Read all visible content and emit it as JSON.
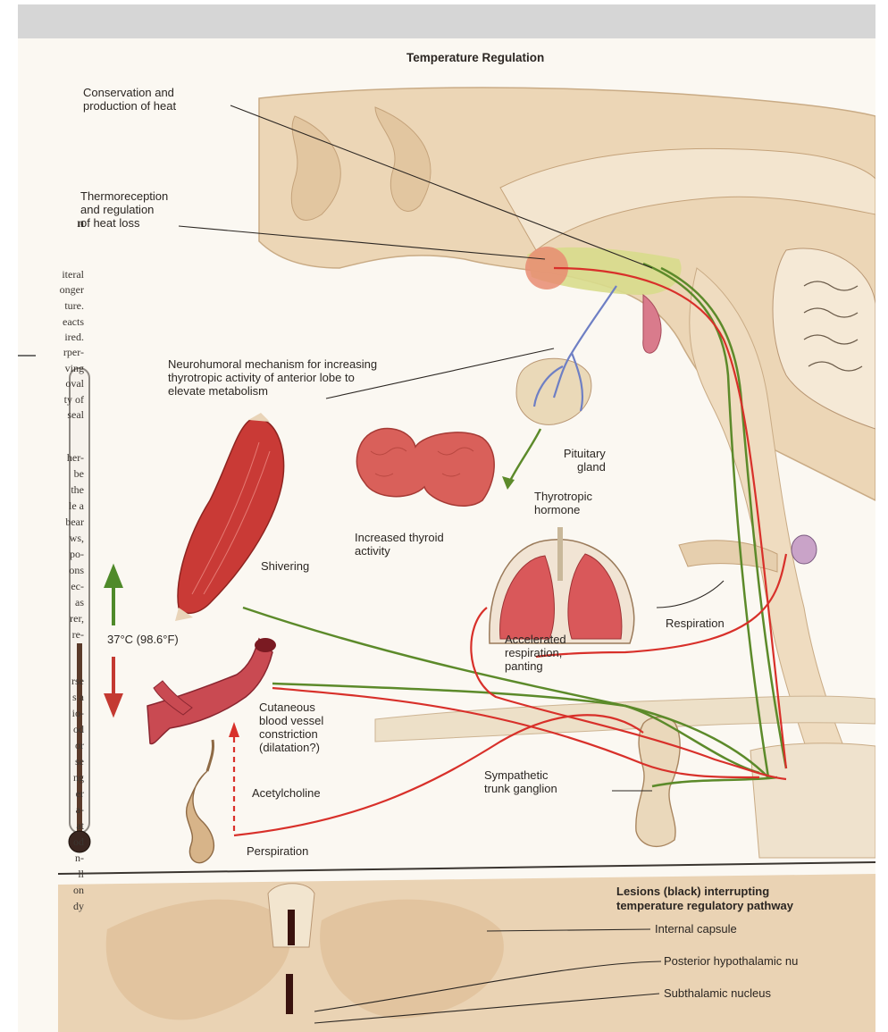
{
  "title": "Temperature Regulation",
  "labels": {
    "conservation": [
      "Conservation and",
      "production of heat"
    ],
    "thermoreception": [
      "Thermoreception",
      "and regulation",
      "of heat loss"
    ],
    "neurohumoral": [
      "Neurohumoral mechanism for increasing",
      "thyrotropic activity of anterior lobe to",
      "elevate metabolism"
    ],
    "pituitary": [
      "Pituitary",
      "gland"
    ],
    "thyrotropic": [
      "Thyrotropic",
      "hormone"
    ],
    "thyroid": [
      "Increased thyroid",
      "activity"
    ],
    "shivering": "Shivering",
    "temperature": "37°C (98.6°F)",
    "respiration": "Respiration",
    "accelerated": [
      "Accelerated",
      "respiration,",
      "panting"
    ],
    "cutaneous": [
      "Cutaneous",
      "blood vessel",
      "constriction",
      "(dilatation?)"
    ],
    "sympathetic": [
      "Sympathetic",
      "trunk ganglion"
    ],
    "acetylcholine": "Acetylcholine",
    "perspiration": "Perspiration",
    "lesions": [
      "Lesions (black) interrupting",
      "temperature regulatory pathway"
    ],
    "internal_capsule": "Internal capsule",
    "posterior_hypothalamic": "Posterior hypothalamic nu",
    "subthalamic": "Subthalamic nucleus"
  },
  "left_text_fragments": [
    "n",
    "iteral",
    "onger",
    "ture.",
    "eacts",
    "ired.",
    "rper-",
    "ving",
    "oval",
    "ty of",
    "seal",
    "her-",
    "be",
    "the",
    "le a",
    "bear",
    "ws,",
    "po-",
    "ons",
    "ec-",
    "as",
    "rer,",
    "re-",
    "rse",
    "s a",
    "io-",
    "od",
    "or",
    "se",
    "ng",
    "er",
    "a-",
    "at",
    "od",
    "n-",
    "ll",
    "on",
    "dy"
  ],
  "colors": {
    "nerve_red": "#d8302a",
    "nerve_green": "#5c8a2a",
    "brain_tan": "#e9d3b5",
    "muscle_red": "#c93a36"
  }
}
